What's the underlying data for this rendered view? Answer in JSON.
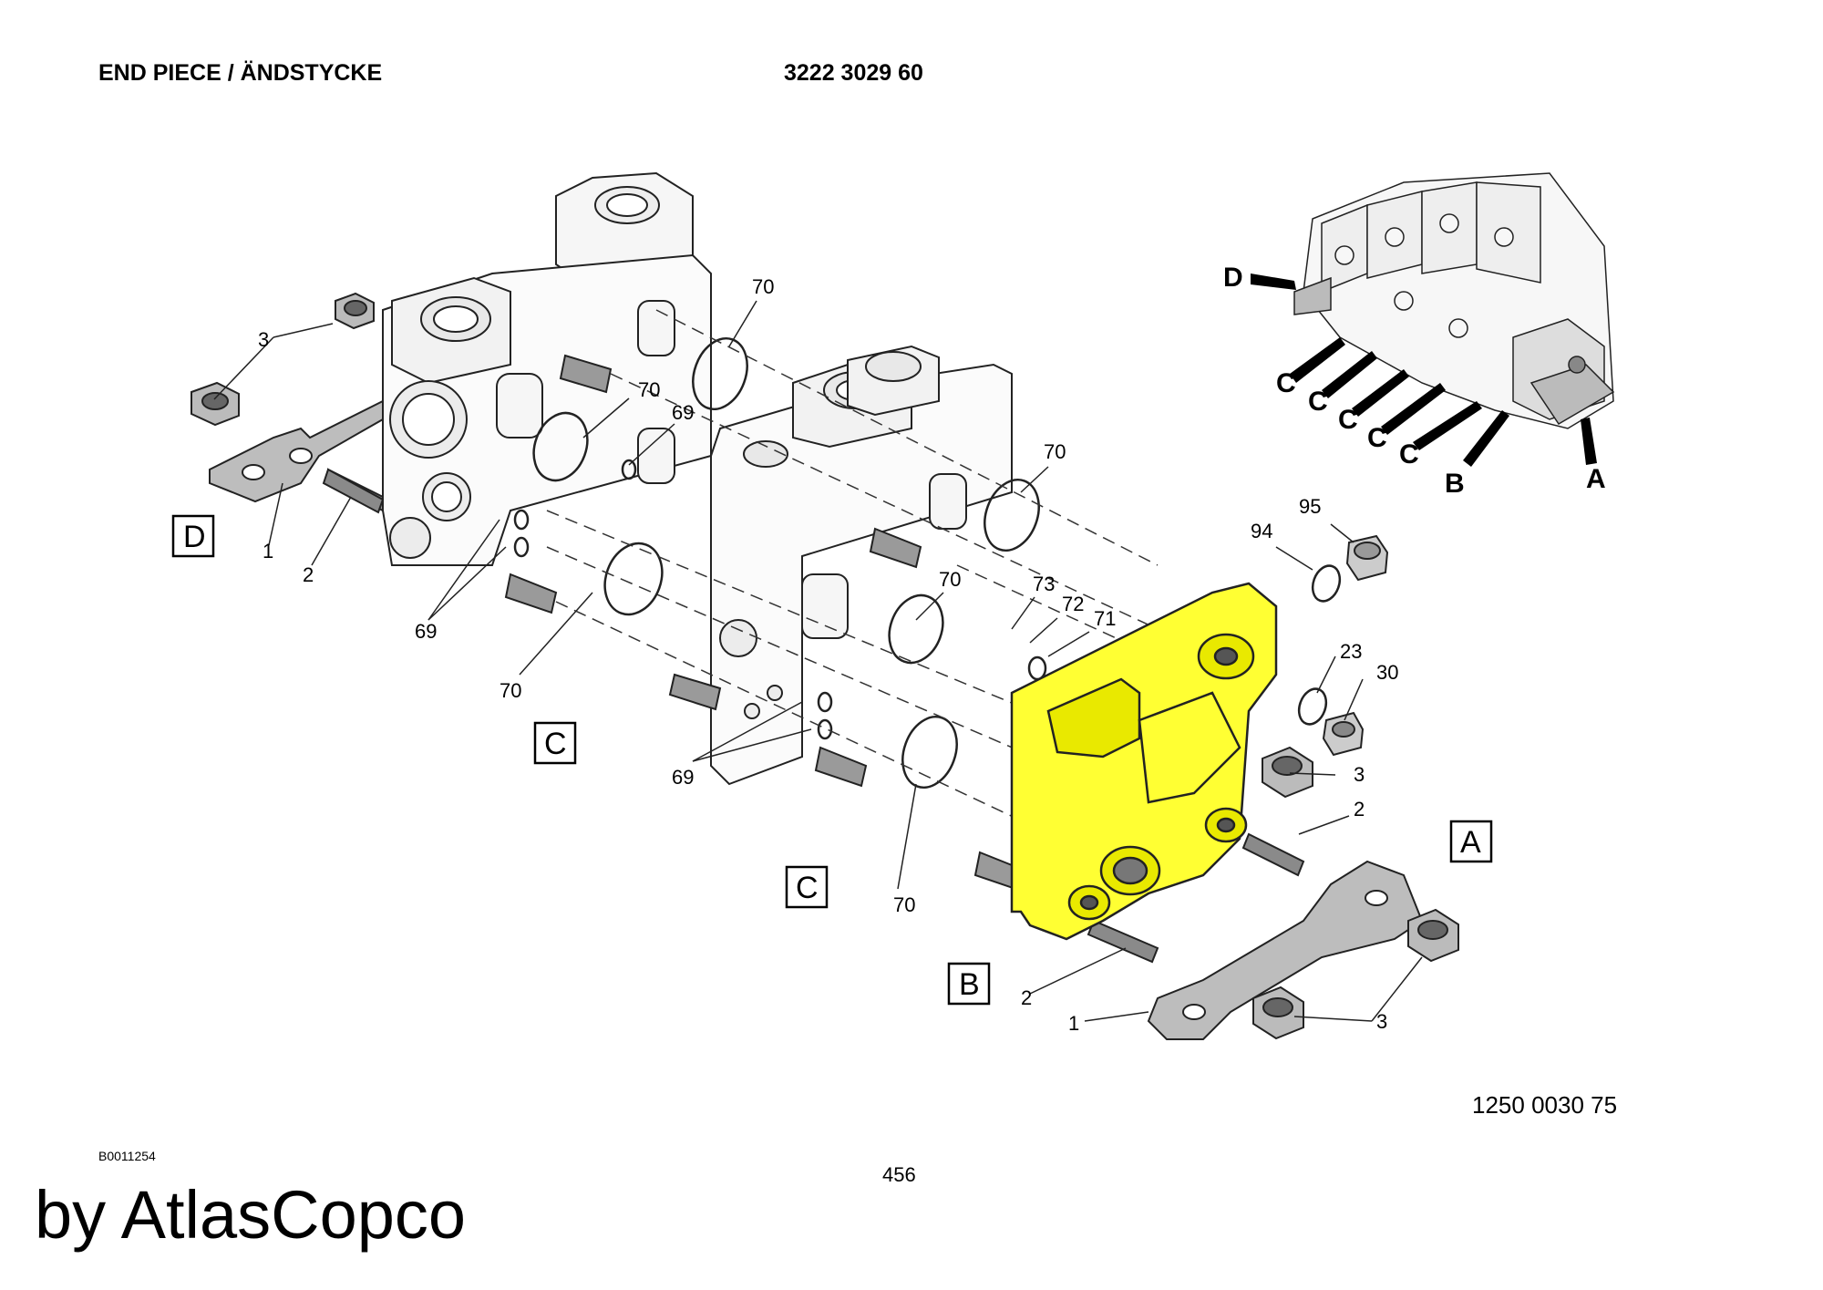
{
  "header": {
    "title": "END PIECE / ÄNDSTYCKE",
    "part_number": "3222 3029 60"
  },
  "diagram": {
    "section_boxes": [
      "D",
      "C",
      "C",
      "B",
      "A"
    ],
    "callouts": [
      "3",
      "1",
      "2",
      "69",
      "70",
      "70",
      "69",
      "70",
      "70",
      "70",
      "73",
      "72",
      "71",
      "69",
      "70",
      "94",
      "95",
      "23",
      "30",
      "3",
      "2",
      "2",
      "1",
      "3"
    ],
    "overview_labels": [
      "D",
      "C",
      "C",
      "C",
      "C",
      "C",
      "B",
      "A"
    ],
    "highlight_color": "#ffff33"
  },
  "footer": {
    "drawing_number": "1250 0030 75",
    "ref_code": "B0011254",
    "page_number": "456",
    "watermark": "by AtlasCopco"
  }
}
